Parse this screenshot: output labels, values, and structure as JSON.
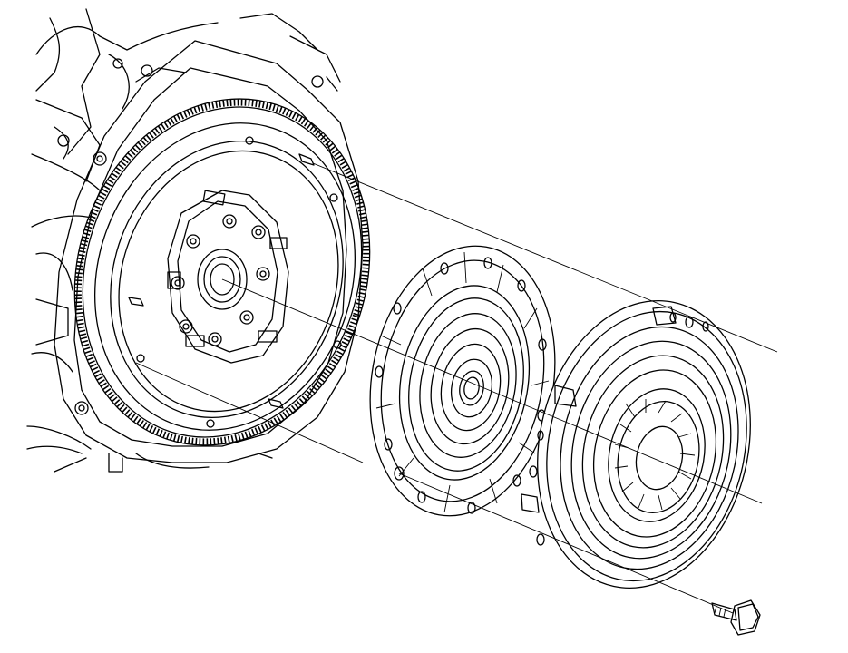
{
  "diagram": {
    "kind": "exploded-view",
    "components": [
      "engine-block",
      "flywheel-ring-gear",
      "clutch-disc",
      "pressure-plate",
      "mounting-bolt"
    ],
    "colors": {
      "line": "#000000",
      "background": "#ffffff"
    }
  }
}
